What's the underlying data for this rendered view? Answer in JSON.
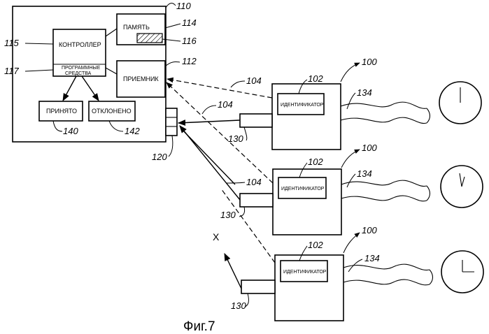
{
  "figure": {
    "caption": "Фиг.7",
    "system": {
      "ref": "110",
      "memory": {
        "label": "ПАМЯТЬ",
        "ref": "114",
        "block_ref": "116"
      },
      "controller": {
        "label": "КОНТРОЛЛЕР",
        "ref": "115"
      },
      "software": {
        "label_line1": "ПРОГРАММНЫЕ",
        "label_line2": "СРЕДСТВА",
        "ref": "117"
      },
      "receiver": {
        "label": "ПРИЕМНИК",
        "ref": "112"
      },
      "accepted": {
        "label": "ПРИНЯТО",
        "ref": "140"
      },
      "rejected": {
        "label": "ОТКЛОНЕНО",
        "ref": "142"
      },
      "port_ref": "120"
    },
    "signal_ref": "104",
    "axis_label": "X",
    "devices": [
      {
        "ref": "100",
        "id_label": "ИДЕНТИФИКАТОР",
        "id_ref": "102",
        "cable_ref": "134",
        "plug_ref": "130"
      },
      {
        "ref": "100",
        "id_label": "ИДЕНТИФИКАТОР",
        "id_ref": "102",
        "cable_ref": "134",
        "plug_ref": "130"
      },
      {
        "ref": "100",
        "id_label": "ИДЕНТИФИКАТОР",
        "id_ref": "102",
        "cable_ref": "134",
        "plug_ref": "130"
      }
    ]
  }
}
